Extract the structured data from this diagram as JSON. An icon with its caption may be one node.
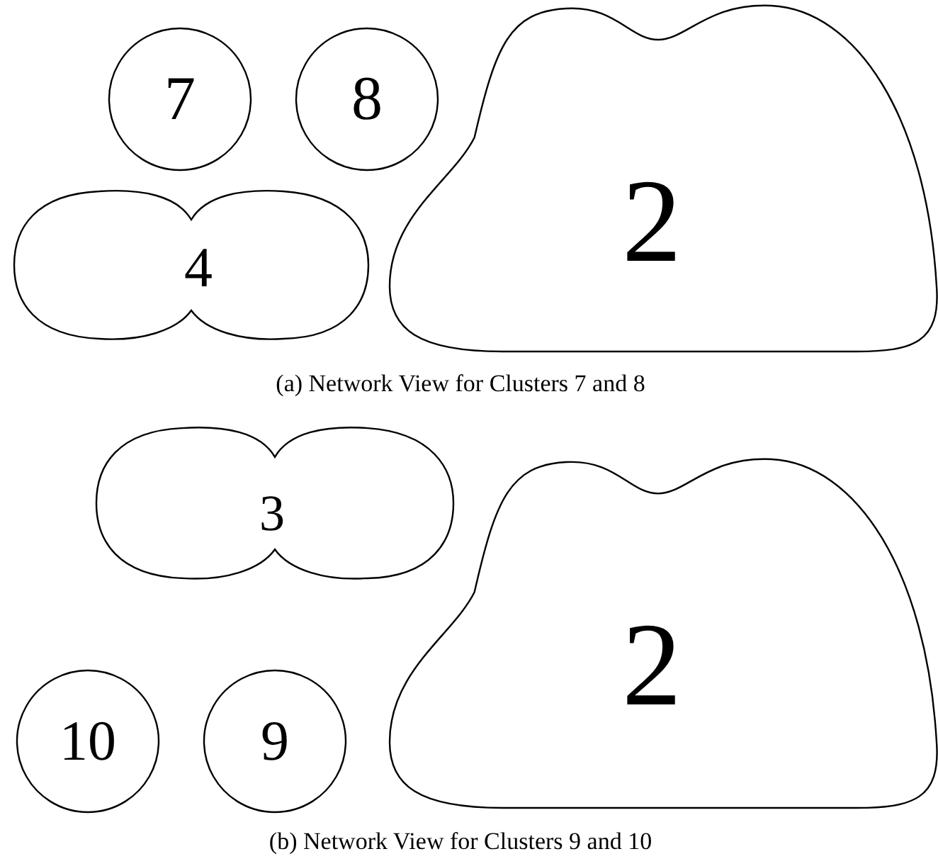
{
  "diagram": {
    "nodes": [
      {
        "text": [
          "7"
        ]
      },
      {
        "text": [
          "8"
        ]
      },
      {
        "text": [
          "2"
        ]
      },
      {
        "text": [
          "4"
        ]
      },
      {
        "text": [
          "3"
        ]
      },
      {
        "text": [
          "2"
        ]
      },
      {
        "text": [
          "10"
        ]
      },
      {
        "text": [
          "9"
        ]
      }
    ],
    "labels": [
      "(a) Network View for Clusters 7 and 8",
      "(b) Network View for Clusters 9 and 10"
    ]
  }
}
